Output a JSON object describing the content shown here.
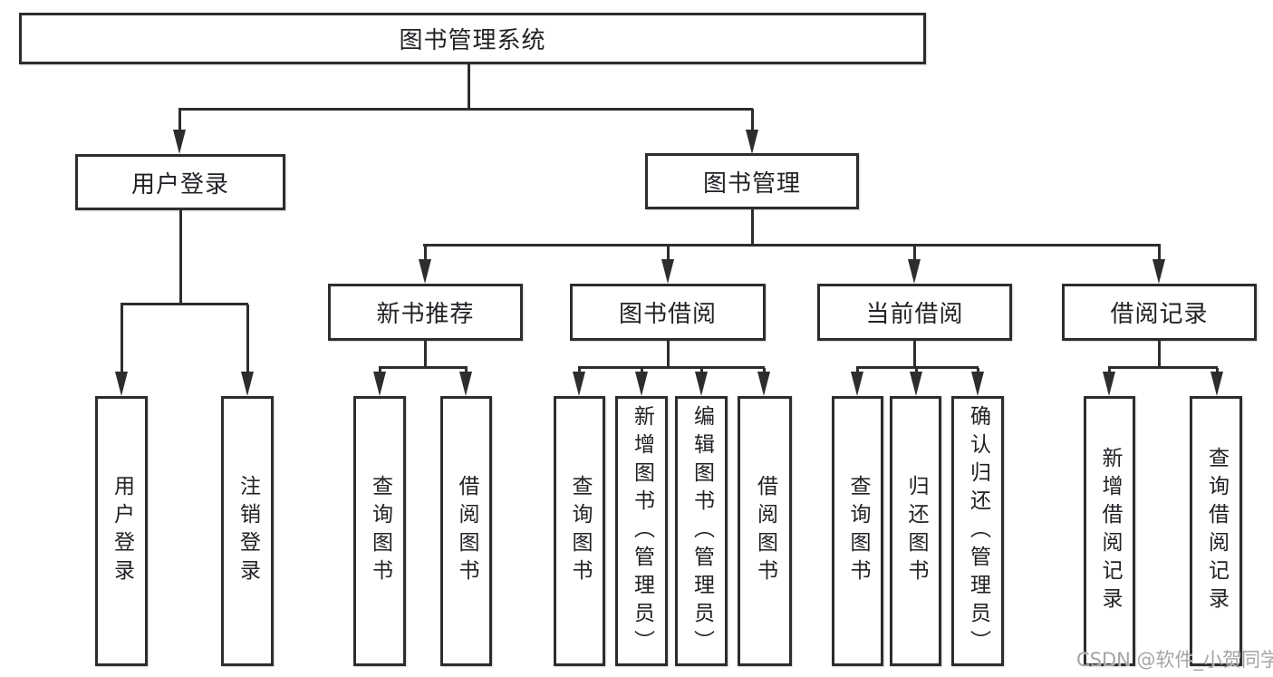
{
  "diagram": {
    "nodes": {
      "root": "图书管理系统",
      "user_login": "用户登录",
      "book_mgmt": "图书管理",
      "new_books": "新书推荐",
      "book_borrow": "图书借阅",
      "current_borrow": "当前借阅",
      "borrow_records": "借阅记录"
    },
    "leaves": {
      "user_login": [
        "用户登录",
        "注销登录"
      ],
      "new_books": [
        "查询图书",
        "借阅图书"
      ],
      "book_borrow": [
        "查询图书",
        "新增图书（管理员）",
        "编辑图书（管理员）",
        "借阅图书"
      ],
      "current_borrow": [
        "查询图书",
        "归还图书",
        "确认归还（管理员）"
      ],
      "borrow_records": [
        "新增借阅记录",
        "查询借阅记录"
      ]
    }
  },
  "watermark": {
    "text": "CSDN @软件_小贺同学"
  },
  "colors": {
    "line": "#2d2d2d",
    "text": "#212126",
    "background": "#ffffff",
    "watermark": "#a5a5a5"
  }
}
